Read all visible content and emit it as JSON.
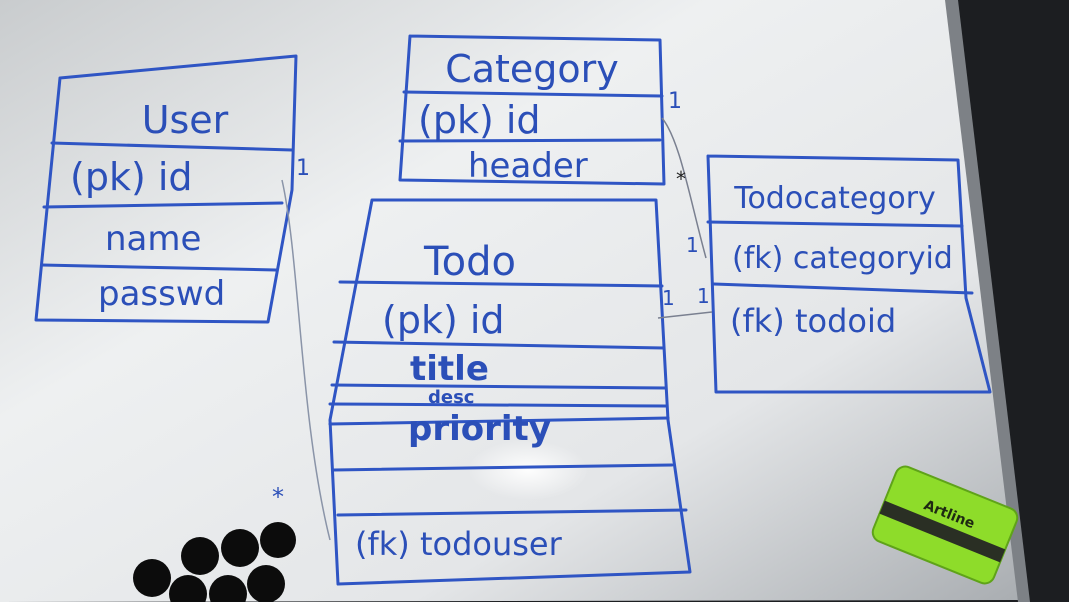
{
  "entities": {
    "user": {
      "title": "User",
      "fields": [
        "(pk) id",
        "name",
        "passwd"
      ]
    },
    "category": {
      "title": "Category",
      "fields": [
        "(pk) id",
        "header"
      ]
    },
    "todo": {
      "title": "Todo",
      "fields": [
        "(pk) id",
        "title",
        "desc",
        "priority",
        "(fk) todouser"
      ]
    },
    "todocategory": {
      "title": "Todocategory",
      "fields": [
        "(fk) categoryid",
        "(fk) todoid"
      ]
    }
  },
  "cardinality": {
    "user_side": "1",
    "category_side": "1",
    "todocategory_category_side": "*",
    "todocategory_left": "1",
    "todo_right": "1",
    "todocategory_todo": "1",
    "todo_user_side": "*"
  },
  "eraser": {
    "brand": "Artline"
  },
  "colors": {
    "marker": "#2f55c4",
    "board": "#e9ebec",
    "eraser": "#8edc2a",
    "magnet": "#0c0c0c"
  }
}
